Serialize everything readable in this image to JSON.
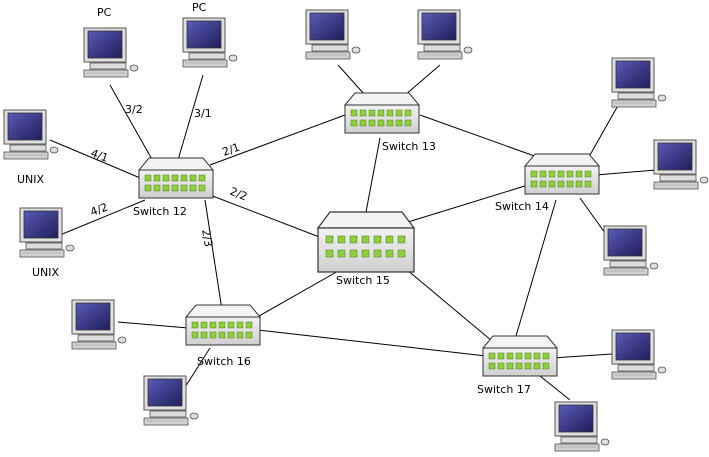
{
  "computer_labels": {
    "pc_a": "PC",
    "pc_b": "PC",
    "unix_a": "UNIX",
    "unix_b": "UNIX"
  },
  "switches": {
    "s12": {
      "label": "Switch 12"
    },
    "s13": {
      "label": "Switch 13"
    },
    "s14": {
      "label": "Switch 14"
    },
    "s15": {
      "label": "Switch 15"
    },
    "s16": {
      "label": "Switch 16"
    },
    "s17": {
      "label": "Switch 17"
    }
  },
  "ports": {
    "p32": "3/2",
    "p31": "3/1",
    "p41": "4/1",
    "p42": "4/2",
    "p21": "2/1",
    "p22": "2/2",
    "p23": "2/3"
  },
  "colors": {
    "screen": "#3a3a8a",
    "port": "#8fcf3c",
    "body": "#e8e8e8"
  }
}
